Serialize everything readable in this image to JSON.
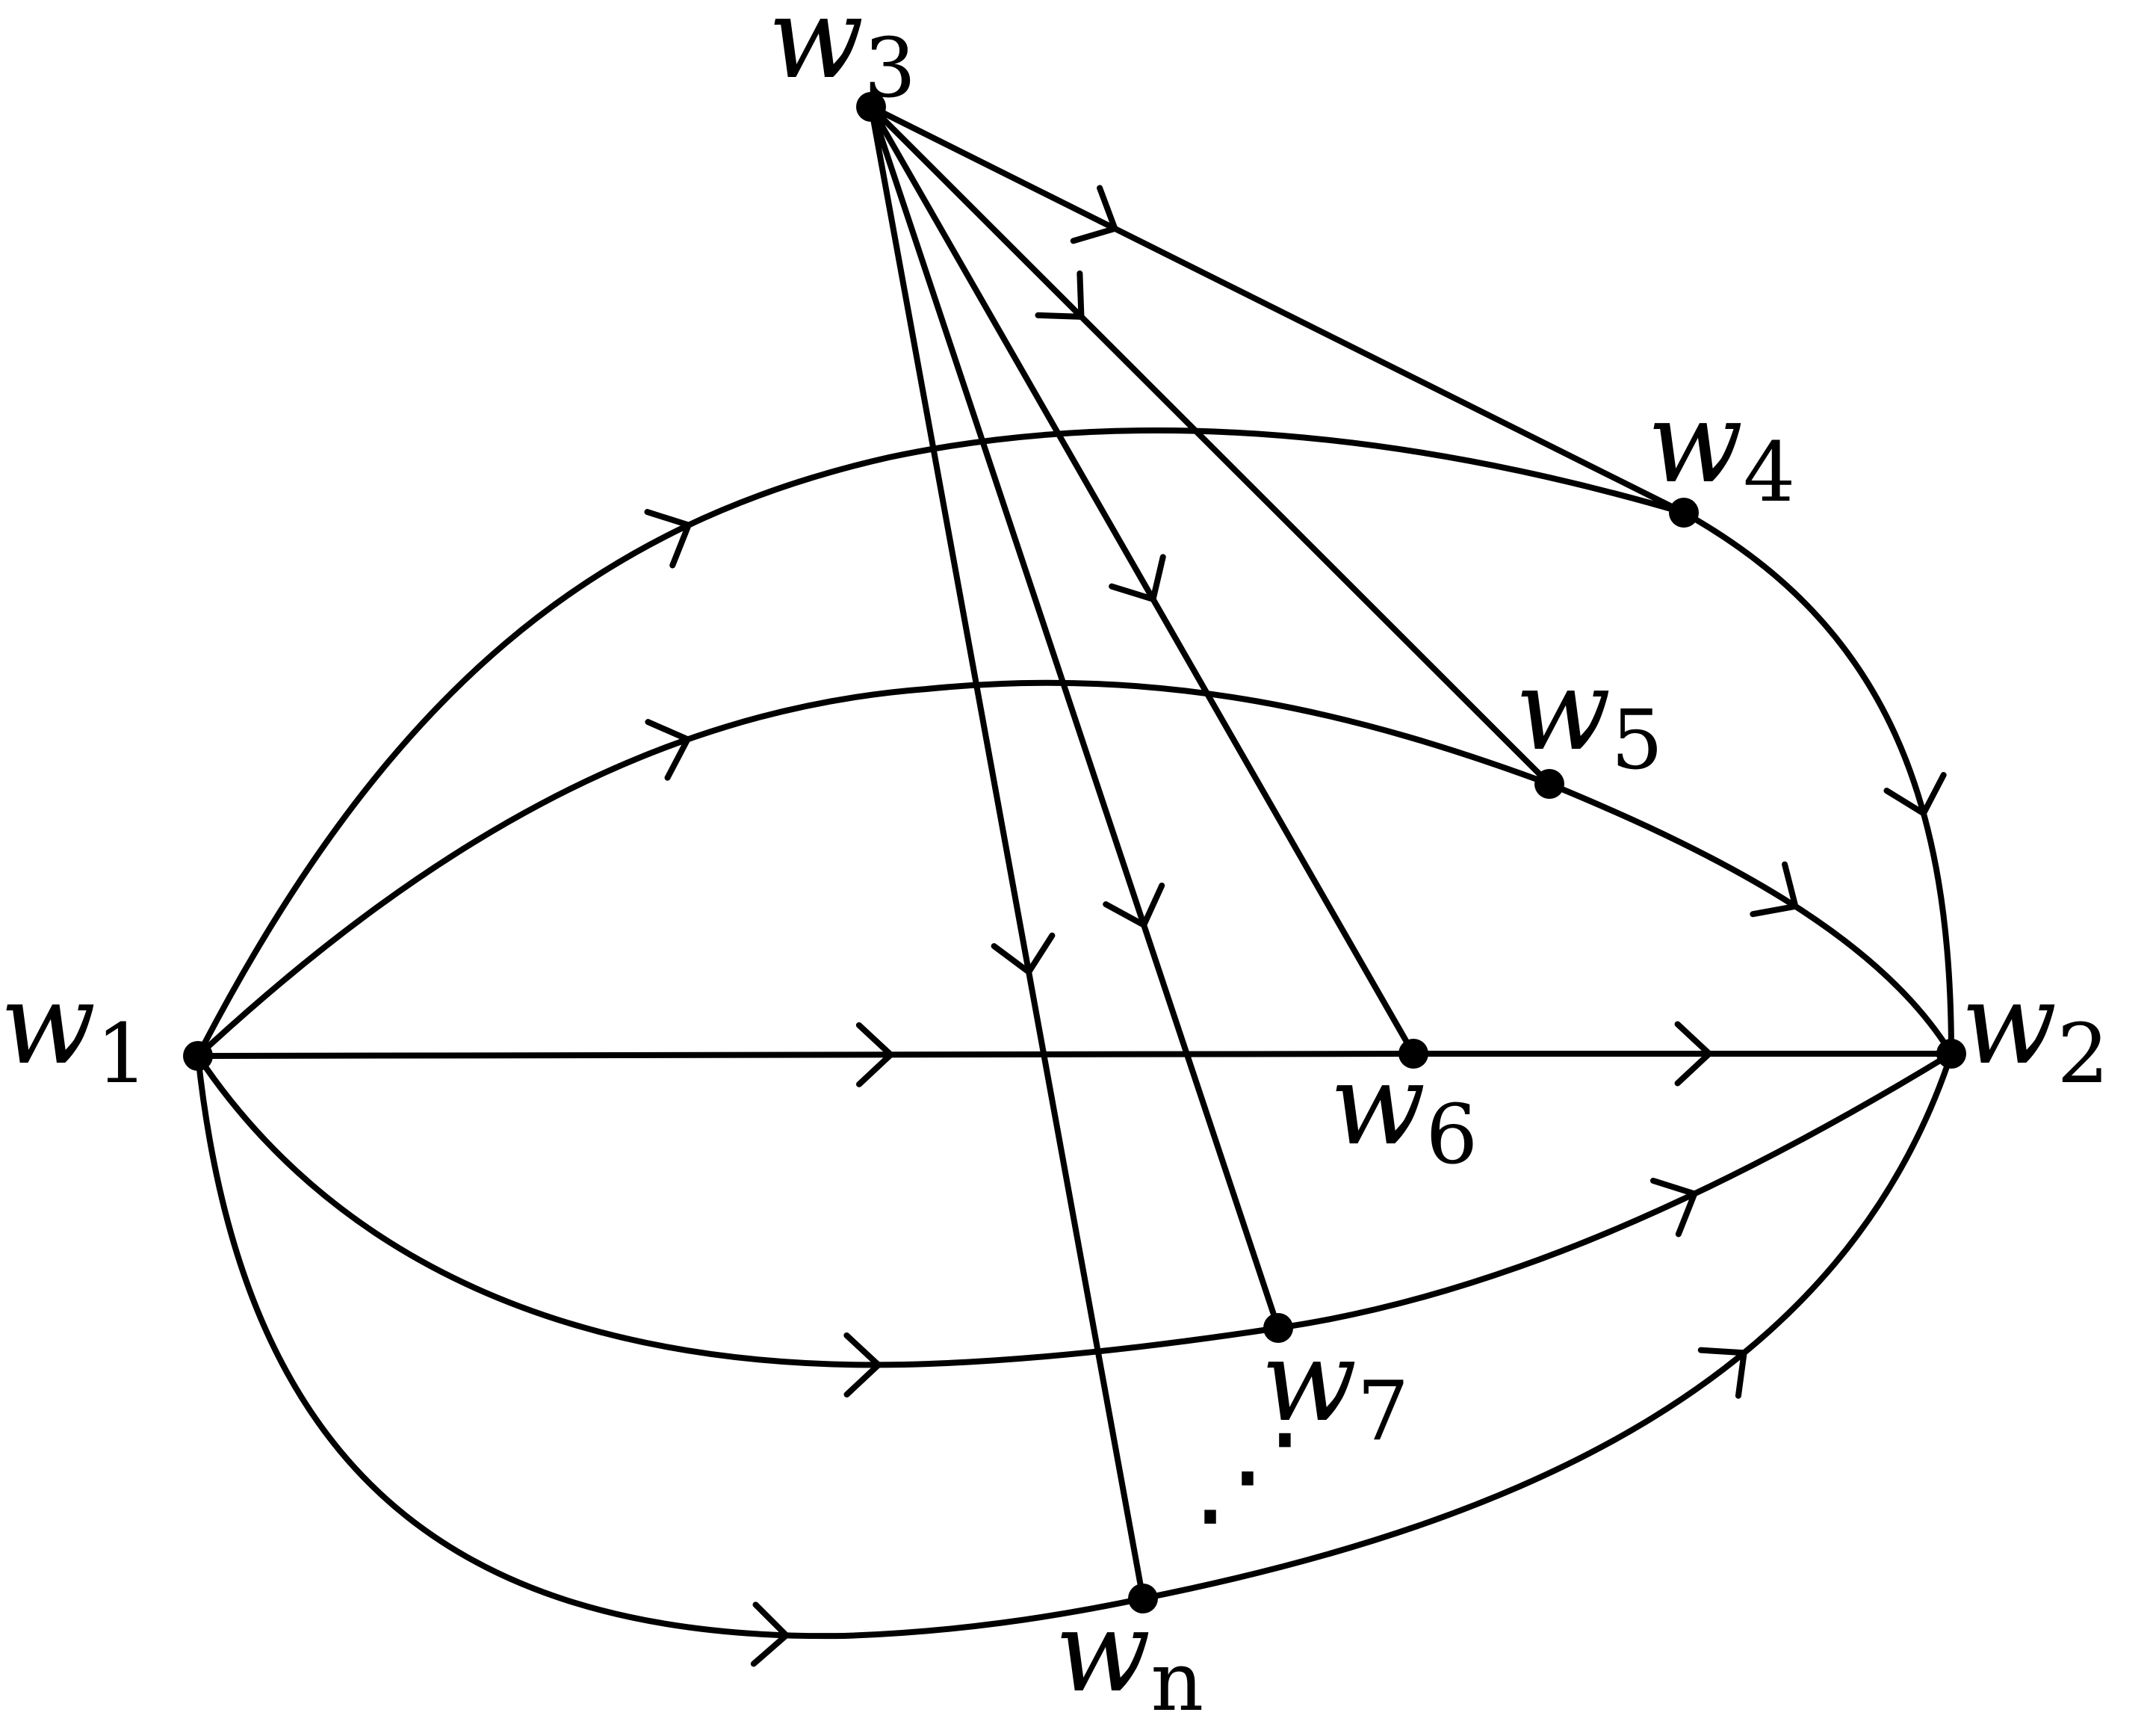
{
  "diagram": {
    "colors": {
      "stroke": "#000000",
      "background": "#ffffff"
    },
    "nodes": [
      {
        "id": "w1",
        "base": "w",
        "sub": "1"
      },
      {
        "id": "w2",
        "base": "w",
        "sub": "2"
      },
      {
        "id": "w3",
        "base": "w",
        "sub": "3"
      },
      {
        "id": "w4",
        "base": "w",
        "sub": "4"
      },
      {
        "id": "w5",
        "base": "w",
        "sub": "5"
      },
      {
        "id": "w6",
        "base": "w",
        "sub": "6"
      },
      {
        "id": "w7",
        "base": "w",
        "sub": "7"
      },
      {
        "id": "wn",
        "base": "w",
        "sub": "n"
      }
    ],
    "edges": [
      {
        "from": "w1",
        "to": "w4",
        "directed": true
      },
      {
        "from": "w4",
        "to": "w2",
        "directed": true
      },
      {
        "from": "w1",
        "to": "w5",
        "directed": true
      },
      {
        "from": "w5",
        "to": "w2",
        "directed": true
      },
      {
        "from": "w1",
        "to": "w6",
        "directed": true
      },
      {
        "from": "w6",
        "to": "w2",
        "directed": true
      },
      {
        "from": "w1",
        "to": "w7",
        "directed": true
      },
      {
        "from": "w7",
        "to": "w2",
        "directed": true
      },
      {
        "from": "w1",
        "to": "wn",
        "directed": true
      },
      {
        "from": "wn",
        "to": "w2",
        "directed": true
      },
      {
        "from": "w3",
        "to": "w4",
        "directed": true
      },
      {
        "from": "w3",
        "to": "w5",
        "directed": true
      },
      {
        "from": "w3",
        "to": "w6",
        "directed": true
      },
      {
        "from": "w3",
        "to": "w7",
        "directed": true
      },
      {
        "from": "w3",
        "to": "wn",
        "directed": true
      }
    ],
    "ellipsis": "⋰"
  }
}
